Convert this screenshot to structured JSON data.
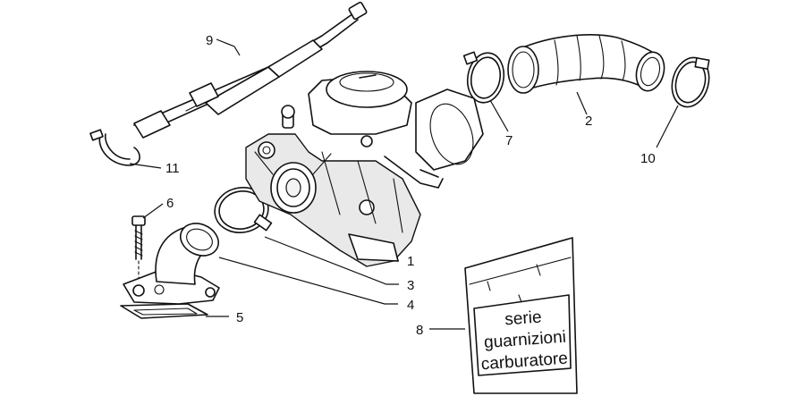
{
  "callouts": {
    "c1": "1",
    "c2": "2",
    "c3": "3",
    "c4": "4",
    "c5": "5",
    "c6": "6",
    "c7": "7",
    "c8": "8",
    "c9": "9",
    "c10": "10",
    "c11": "11"
  },
  "bag_label": {
    "line1": "serie",
    "line2": "guarnizioni",
    "line3": "carburatore"
  }
}
